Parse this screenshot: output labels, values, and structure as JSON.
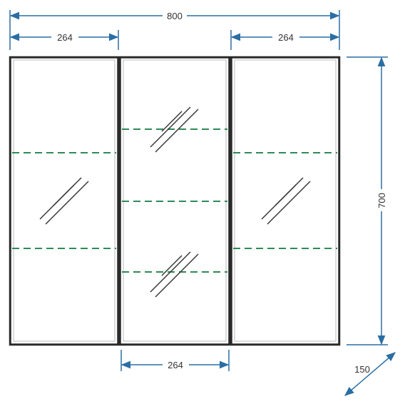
{
  "dimensions": {
    "overall_width": "800",
    "left_door_width": "264",
    "right_door_width": "264",
    "middle_door_width": "264",
    "height": "700",
    "depth": "150"
  },
  "colors": {
    "dimension": "#2b6ea3",
    "frame": "#2a2a2a",
    "shelf": "#2e8b57",
    "glass": "#333333"
  }
}
